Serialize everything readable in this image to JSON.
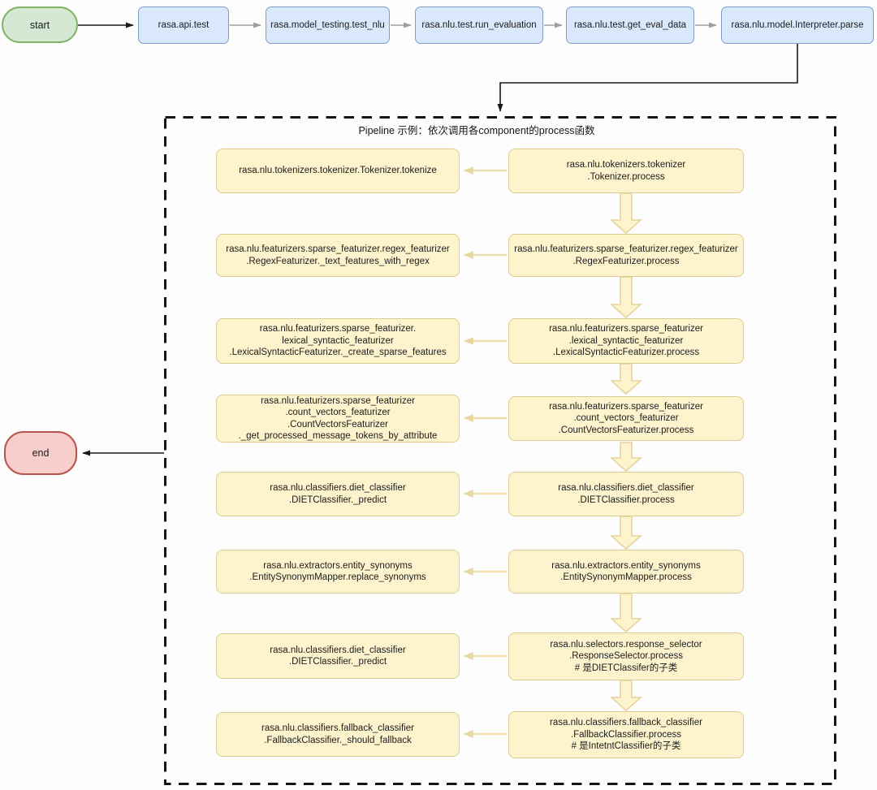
{
  "colors": {
    "start_fill": "#d5e8d4",
    "start_stroke": "#82b366",
    "end_fill": "#f8cecc",
    "end_stroke": "#b85450",
    "step_fill": "#dae8fc",
    "step_stroke": "#6c8ebf",
    "pipeline_fill": "#fff2cc",
    "pipeline_stroke": "#d6b656",
    "arrow_black": "#1a1a1a",
    "arrow_gray": "#9e9e9e",
    "arrow_yellow": "#e8d7a0"
  },
  "top_flow": {
    "start_label": "start",
    "steps": [
      "rasa.api.test",
      "rasa.model_testing.test_nlu",
      "rasa.nlu.test.run_evaluation",
      "rasa.nlu.test.get_eval_data",
      "rasa.nlu.model.Interpreter.parse"
    ]
  },
  "end_label": "end",
  "pipeline": {
    "title": "Pipeline 示例：依次调用各component的process函数",
    "rows": [
      {
        "left": [
          "rasa.nlu.tokenizers.tokenizer.Tokenizer.tokenize"
        ],
        "right": [
          "rasa.nlu.tokenizers.tokenizer",
          ".Tokenizer.process"
        ]
      },
      {
        "left": [
          "rasa.nlu.featurizers.sparse_featurizer.regex_featurizer",
          ".RegexFeaturizer._text_features_with_regex"
        ],
        "right": [
          "rasa.nlu.featurizers.sparse_featurizer.regex_featurizer",
          ".RegexFeaturizer.process"
        ]
      },
      {
        "left": [
          "rasa.nlu.featurizers.sparse_featurizer.",
          "lexical_syntactic_featurizer",
          ".LexicalSyntacticFeaturizer._create_sparse_features"
        ],
        "right": [
          "rasa.nlu.featurizers.sparse_featurizer",
          ".lexical_syntactic_featurizer",
          ".LexicalSyntacticFeaturizer.process"
        ]
      },
      {
        "left": [
          "rasa.nlu.featurizers.sparse_featurizer",
          ".count_vectors_featurizer",
          ".CountVectorsFeaturizer",
          "._get_processed_message_tokens_by_attribute"
        ],
        "right": [
          "rasa.nlu.featurizers.sparse_featurizer",
          ".count_vectors_featurizer",
          ".CountVectorsFeaturizer.process"
        ]
      },
      {
        "left": [
          "rasa.nlu.classifiers.diet_classifier",
          ".DIETClassifier._predict"
        ],
        "right": [
          "rasa.nlu.classifiers.diet_classifier",
          ".DIETClassifier.process"
        ]
      },
      {
        "left": [
          "rasa.nlu.extractors.entity_synonyms",
          ".EntitySynonymMapper.replace_synonyms"
        ],
        "right": [
          "rasa.nlu.extractors.entity_synonyms",
          ".EntitySynonymMapper.process"
        ]
      },
      {
        "left": [
          "rasa.nlu.classifiers.diet_classifier",
          ".DIETClassifier._predict"
        ],
        "right": [
          "rasa.nlu.selectors.response_selector",
          ".ResponseSelector.process",
          "# 是DIETClassifer的子类"
        ]
      },
      {
        "left": [
          "rasa.nlu.classifiers.fallback_classifier",
          ".FallbackClassifier._should_fallback"
        ],
        "right": [
          "rasa.nlu.classifiers.fallback_classifier",
          ".FallbackClassifier.process",
          "# 是IntetntClassifier的子类"
        ]
      }
    ]
  }
}
